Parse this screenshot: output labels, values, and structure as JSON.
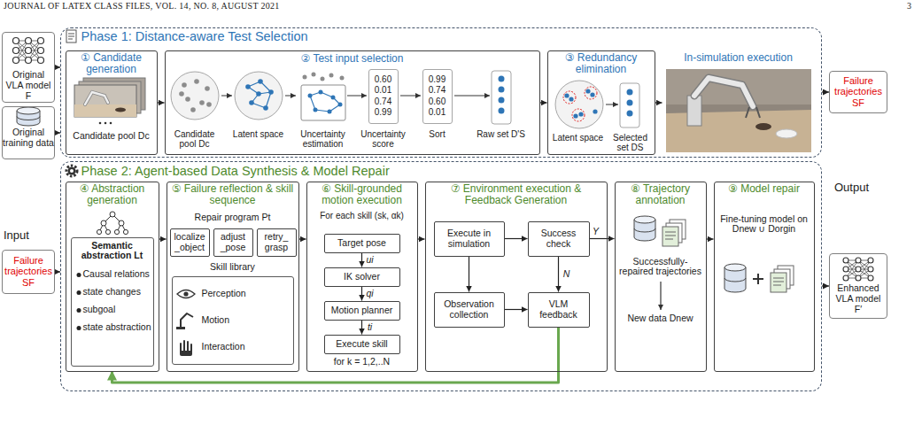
{
  "diagram": {
    "nodes": [
      {
        "text": [
          "Original VLA model F"
        ]
      },
      {
        "text": [
          "Original training data"
        ]
      },
      {
        "text": [
          "Phase 1: Distance-aware Test Selection"
        ]
      },
      {
        "text": [
          "① Candidate generation",
          "Candidate pool Dc"
        ],
        "in": 2
      },
      {
        "text": [
          "② Test input selection",
          "Candidate pool Dc",
          "Latent space",
          "Uncertainty estimation",
          "Uncertainty score",
          "Sort",
          "Raw set D'S"
        ],
        "in": 2
      },
      {
        "text": [
          "0.60 0.01 0.74 0.99"
        ],
        "in": 4
      },
      {
        "text": [
          "0.99 0.74 0.60 0.01"
        ],
        "in": 4
      },
      {
        "text": [
          "③ Redundancy elimination",
          "Latent space",
          "Selected set DS"
        ],
        "in": 2
      },
      {
        "text": [
          "In-simulation execution"
        ],
        "in": 2
      },
      {
        "text": [
          "Failure trajectories SF"
        ]
      },
      {
        "text": [
          "Phase 2: Agent-based Data Synthesis & Model Repair"
        ]
      },
      {
        "text": [
          "Failure trajectories SF"
        ]
      },
      {
        "text": [
          "④ Abstraction generation"
        ],
        "in": 10
      },
      {
        "text": [
          "Semantic abstraction Lt",
          "Causal relations",
          "state changes",
          "subgoal",
          "state abstraction"
        ],
        "in": 12
      },
      {
        "text": [
          "⑤ Failure reflection & skill sequence",
          "Repair program Pt"
        ],
        "in": 10
      },
      {
        "text": [
          "localize _object"
        ],
        "in": 14
      },
      {
        "text": [
          "adjust _pose"
        ],
        "in": 14
      },
      {
        "text": [
          "retry_ grasp"
        ],
        "in": 14
      },
      {
        "text": [
          "Skill library",
          "Perception",
          "Motion",
          "Interaction"
        ],
        "in": 14
      },
      {
        "text": [
          "⑥ Skill-grounded motion execution",
          "For each skill (sk, αk)",
          "for k = 1,2,..N"
        ],
        "in": 10
      },
      {
        "text": [
          "Target pose"
        ],
        "in": 19
      },
      {
        "text": [
          "IK solver"
        ],
        "in": 19
      },
      {
        "text": [
          "Motion planner"
        ],
        "in": 19
      },
      {
        "text": [
          "Execute skill"
        ],
        "in": 19
      },
      {
        "text": [
          "⑦ Environment execution & Feedback Generation"
        ],
        "in": 10
      },
      {
        "text": [
          "Execute in simulation"
        ],
        "in": 24
      },
      {
        "text": [
          "Success check"
        ],
        "in": 24
      },
      {
        "text": [
          "Observation collection"
        ],
        "in": 24
      },
      {
        "text": [
          "VLM feedback"
        ],
        "in": 24
      },
      {
        "text": [
          "⑧ Trajectory annotation",
          "Successfully-repaired trajectories",
          "New data Dnew"
        ],
        "in": 10
      },
      {
        "text": [
          "⑨ Model repair",
          "Fine-tuning model on Dnew ∪ Dorgin"
        ],
        "in": 10
      },
      {
        "text": [
          "Enhanced VLA model F′"
        ]
      }
    ],
    "edges": [
      {
        "from": 0,
        "to": 2,
        "arrow": "to"
      },
      {
        "from": 1,
        "to": 2,
        "arrow": "to"
      },
      {
        "from": 3,
        "to": 4,
        "arrow": "to"
      },
      {
        "from": 4,
        "to": 7,
        "arrow": "to"
      },
      {
        "from": 7,
        "to": 8,
        "arrow": "to"
      },
      {
        "from": 2,
        "to": 9,
        "arrow": "to"
      },
      {
        "from": 11,
        "to": 10,
        "arrow": "to"
      },
      {
        "from": 12,
        "to": 14,
        "arrow": "to"
      },
      {
        "from": 14,
        "to": 19,
        "arrow": "to"
      },
      {
        "from": 19,
        "to": 24,
        "arrow": "to"
      },
      {
        "from": 20,
        "to": 21,
        "arrow": "to",
        "label": "ui"
      },
      {
        "from": 21,
        "to": 22,
        "arrow": "to",
        "label": "qi"
      },
      {
        "from": 22,
        "to": 23,
        "arrow": "to",
        "label": "ti"
      },
      {
        "from": 25,
        "to": 26,
        "arrow": "to"
      },
      {
        "from": 25,
        "to": 27,
        "arrow": "to"
      },
      {
        "from": 27,
        "to": 28,
        "arrow": "to"
      },
      {
        "from": 26,
        "to": 28,
        "arrow": "to",
        "label": "N"
      },
      {
        "from": 26,
        "to": 29,
        "arrow": "to",
        "label": "Y"
      },
      {
        "from": 28,
        "to": 12,
        "arrow": "to"
      },
      {
        "from": 29,
        "to": 30,
        "arrow": "to"
      },
      {
        "from": 10,
        "to": 31,
        "arrow": "to"
      }
    ],
    "labels": [
      "JOURNAL OF LATEX CLASS FILES, VOL. 14, NO. 8, AUGUST 2021",
      "3",
      "Input",
      "Output"
    ]
  }
}
